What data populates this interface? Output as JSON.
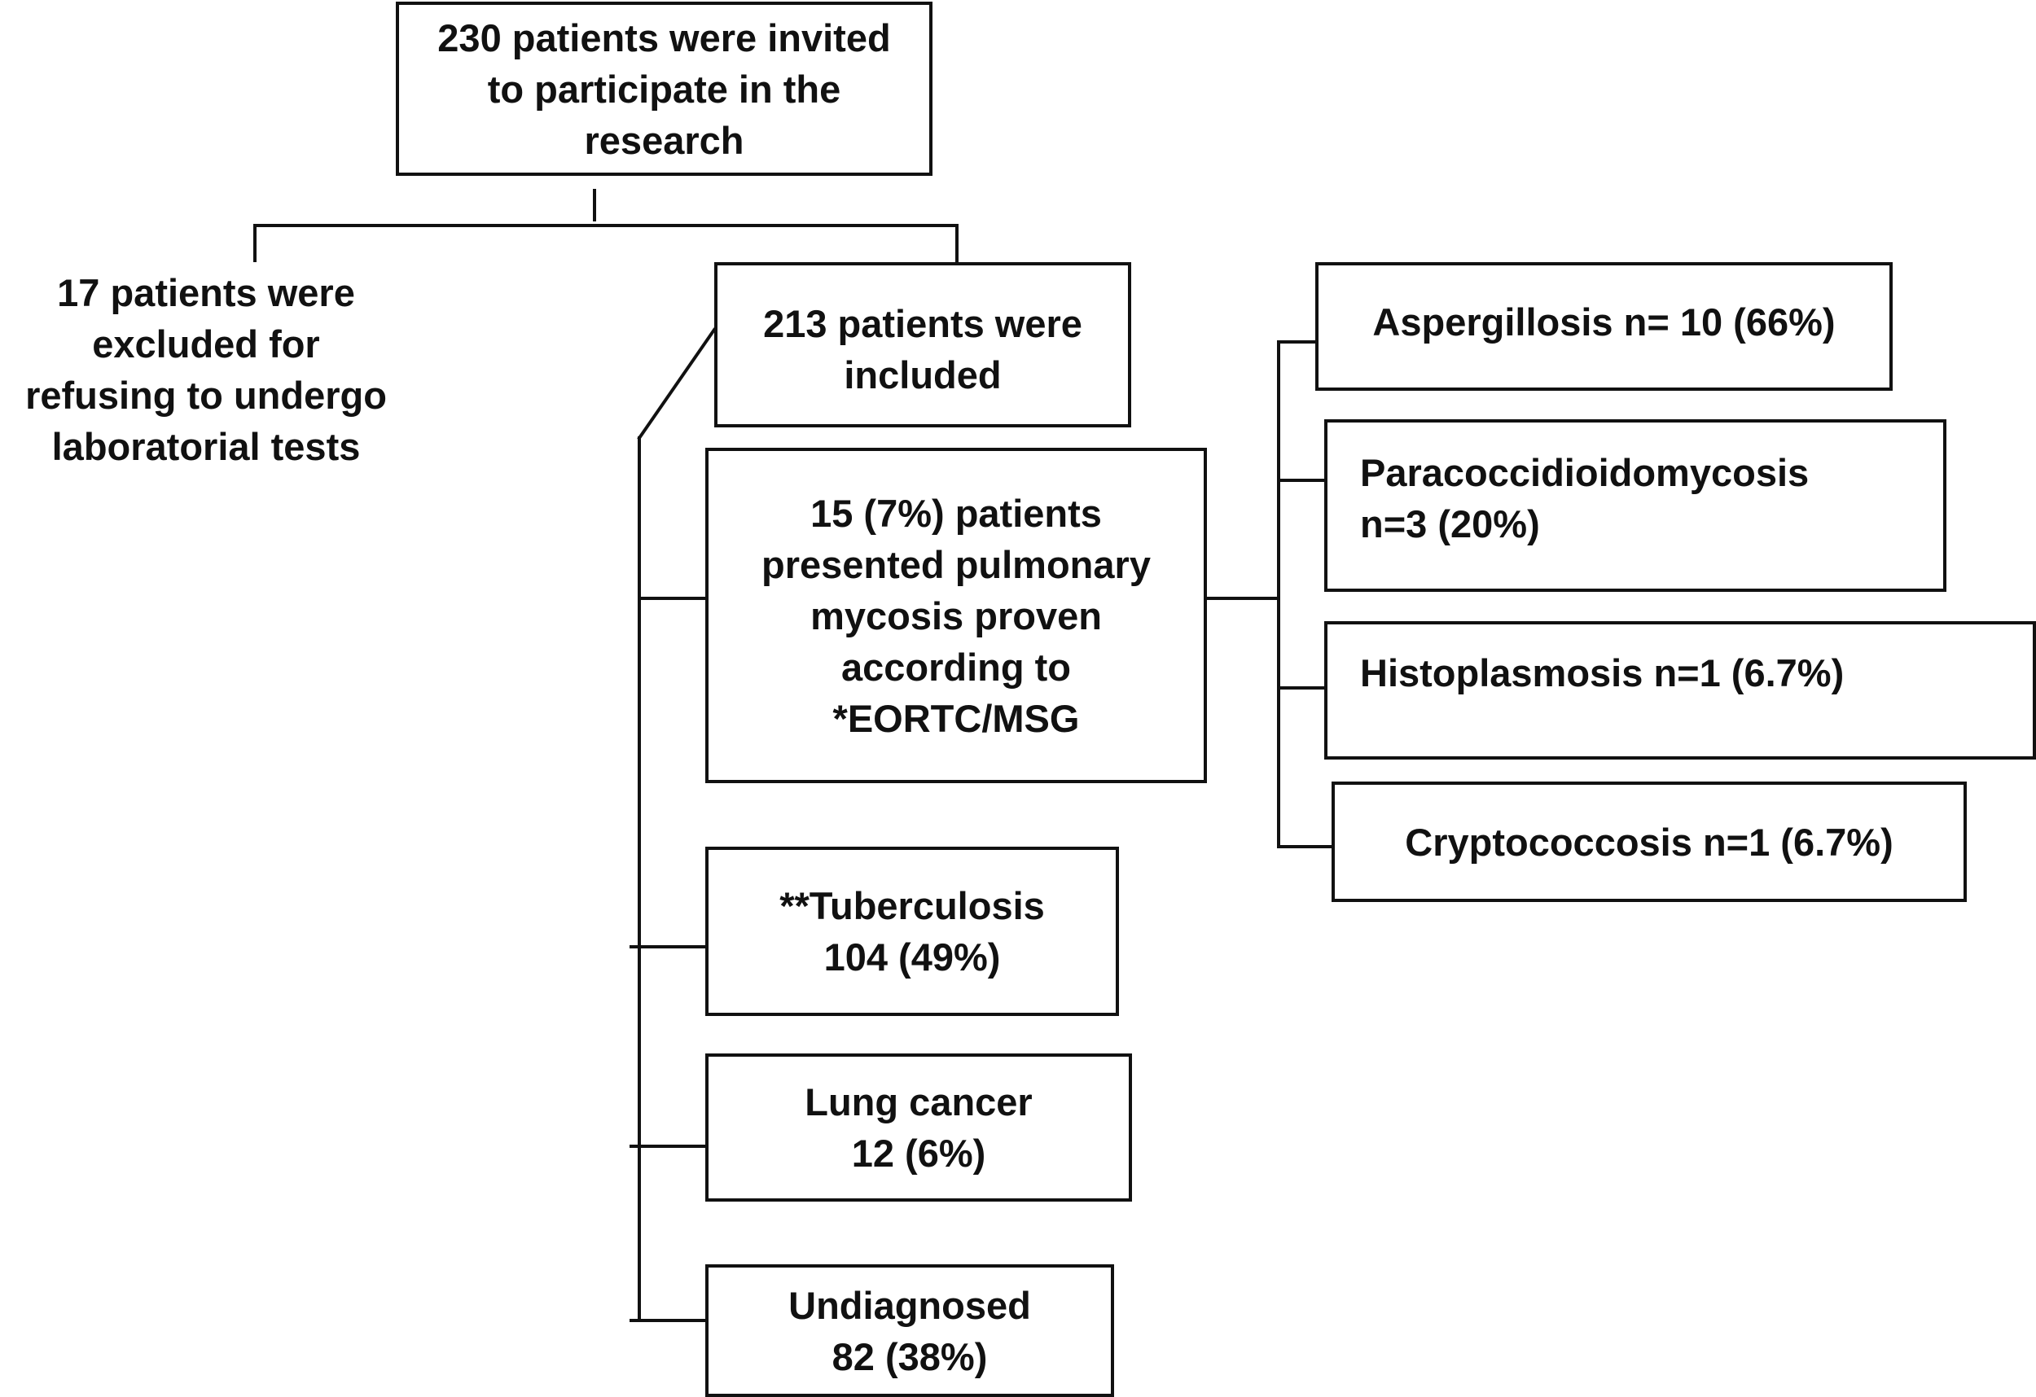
{
  "diagram": {
    "invited": [
      "230 patients were invited",
      "to participate in the",
      "research"
    ],
    "excluded": [
      "17 patients were",
      "excluded for",
      "refusing to undergo",
      "laboratorial tests"
    ],
    "included": [
      "213 patients were",
      "included"
    ],
    "mycosis": [
      "15 (7%) patients",
      "presented pulmonary",
      "mycosis proven",
      "according to",
      "*EORTC/MSG"
    ],
    "tuberculosis": [
      "**Tuberculosis",
      "104 (49%)"
    ],
    "lung_cancer": [
      "Lung cancer",
      "12 (6%)"
    ],
    "undiagnosed": [
      "Undiagnosed",
      "82 (38%)"
    ],
    "aspergillosis": [
      "Aspergillosis n= 10 (66%)"
    ],
    "paracoccidioidomycosis": [
      "Paracoccidioidomycosis",
      "n=3  (20%)"
    ],
    "histoplasmosis": [
      "Histoplasmosis n=1 (6.7%)"
    ],
    "cryptococcosis": [
      "Cryptococcosis n=1 (6.7%)"
    ]
  }
}
